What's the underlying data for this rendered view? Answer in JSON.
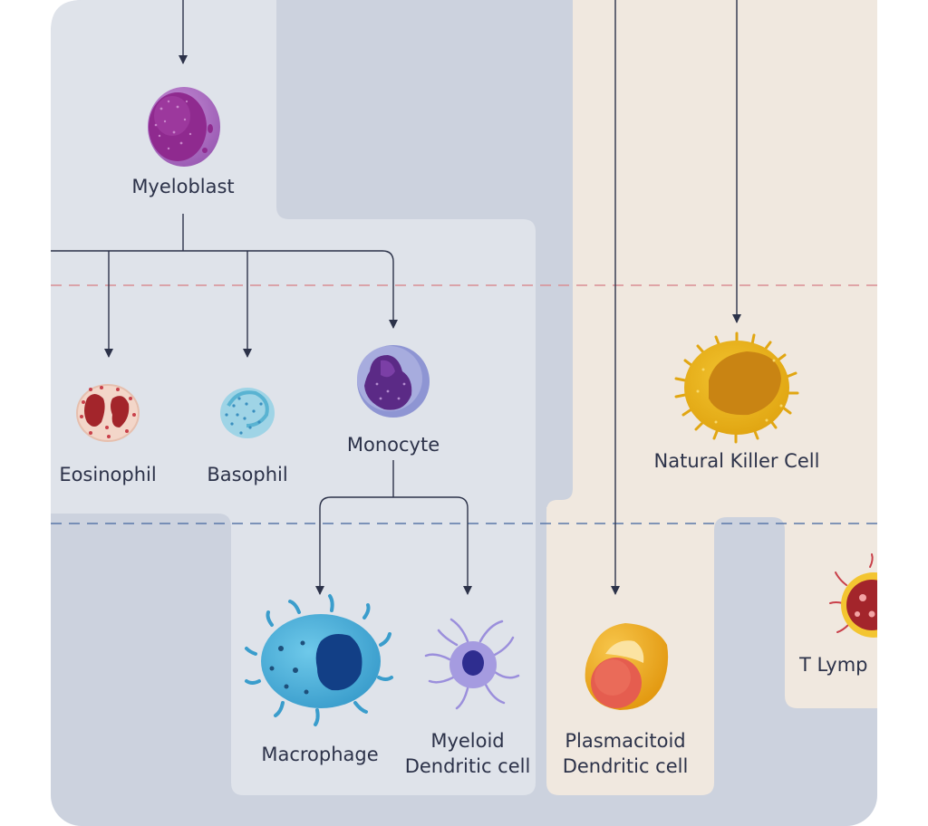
{
  "colors": {
    "outer_bg": "#ccd2de",
    "panel_bg": "#dfe3ea",
    "lymphoid_bg": "#f0e8df",
    "arrow": "#2c3249",
    "dash_red": "#d98e93",
    "dash_blue": "#5a78a8",
    "text": "#2c3249"
  },
  "cells": {
    "myeloblast": {
      "label": "Myeloblast",
      "icon": "myeloblast-cell-icon"
    },
    "eosinophil": {
      "label": "Eosinophil",
      "icon": "eosinophil-cell-icon"
    },
    "basophil": {
      "label": "Basophil",
      "icon": "basophil-cell-icon"
    },
    "monocyte": {
      "label": "Monocyte",
      "icon": "monocyte-cell-icon"
    },
    "macrophage": {
      "label": "Macrophage",
      "icon": "macrophage-cell-icon"
    },
    "myeloid_dendritic": {
      "label": "Myeloid\nDendritic cell",
      "icon": "myeloid-dendritic-cell-icon"
    },
    "plasmacitoid_dendritic": {
      "label": "Plasmacitoid\nDendritic cell",
      "icon": "plasmacitoid-dendritic-cell-icon"
    },
    "natural_killer": {
      "label": "Natural Killer Cell",
      "icon": "natural-killer-cell-icon"
    },
    "t_lymphocyte": {
      "label": "T Lymp",
      "icon": "t-lymphocyte-cell-icon"
    }
  }
}
